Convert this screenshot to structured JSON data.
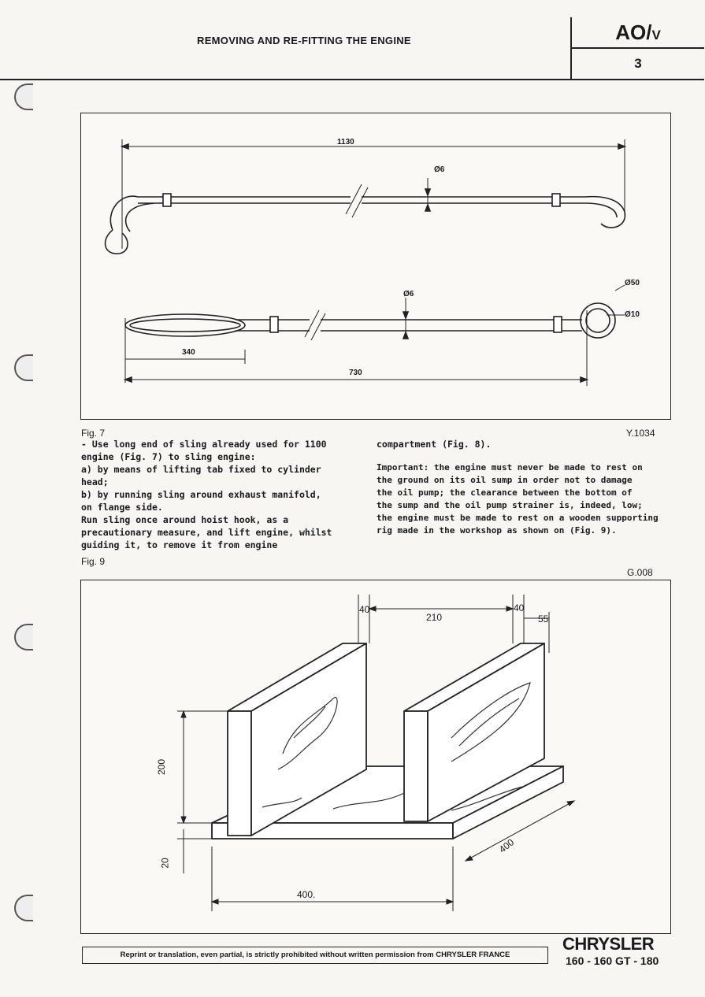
{
  "header": {
    "title": "REMOVING AND RE-FITTING THE ENGINE",
    "code_main": "AO/",
    "code_sub": "V",
    "page_number": "3"
  },
  "fig7": {
    "label": "Fig. 7",
    "ref": "Y.1034",
    "dims": {
      "top_length": "1130",
      "top_diameter": "Ø6",
      "bottom_diameter": "Ø6",
      "ring_outer": "Ø50",
      "ring_inner": "Ø10",
      "loop_length": "340",
      "bottom_length": "730"
    }
  },
  "left_text": [
    "- Use long end of sling already used for 1100",
    "  engine (Fig. 7) to sling engine:",
    "   a) by means of lifting tab fixed to cylinder",
    "      head;",
    "   b) by running sling around exhaust manifold,",
    "      on flange side.",
    "Run sling once around hoist hook, as a",
    "precautionary measure, and lift engine, whilst",
    "guiding it, to remove it from engine"
  ],
  "right_text": {
    "continuation": "compartment (Fig. 8).",
    "important": [
      "Important:  the engine must never be made to rest on",
      "the ground on its oil sump in order not to damage",
      "the oil pump;  the clearance between the bottom of",
      "the sump and the oil pump strainer is, indeed, low;",
      "the engine must be made to rest on a wooden supporting",
      "rig made in the workshop as shown on (Fig. 9)."
    ]
  },
  "fig9": {
    "label": "Fig. 9",
    "ref": "G.008",
    "dims": {
      "plank_thickness_left": "40",
      "gap": "210",
      "plank_thickness_right": "40",
      "offset": "55",
      "height": "200",
      "base_thickness": "20",
      "depth": "400",
      "width": "400."
    }
  },
  "footer": {
    "notice": "Reprint or translation, even partial, is strictly prohibited without written permission from CHRYSLER FRANCE",
    "brand": "CHRYSLER",
    "models": "160 - 160 GT - 180"
  }
}
